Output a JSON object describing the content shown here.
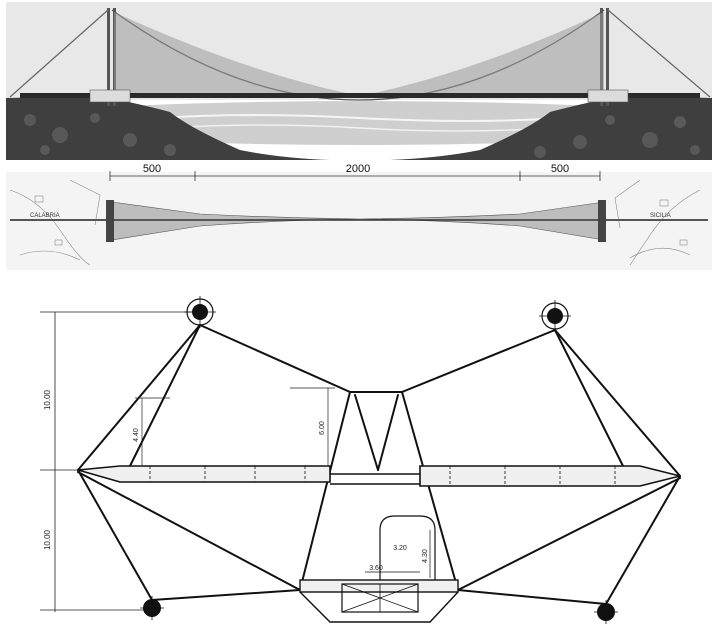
{
  "elevation": {
    "description_colors": {
      "sky": "#e6e6e6",
      "ground": "#3b3b3b",
      "water": "#c9c9c9",
      "cable": "#555555"
    }
  },
  "plan": {
    "span_labels": [
      "500",
      "2000",
      "500"
    ],
    "left_label": "CALABRIA",
    "right_label": "SICILIA"
  },
  "section": {
    "dimensions": {
      "upper_height": "10.00",
      "lower_height": "10.00",
      "left_hanger": "4.40",
      "center_hanger": "6.00",
      "rail_width": "3.60",
      "rail_gauge": "3.20",
      "rail_height": "4.30"
    }
  }
}
